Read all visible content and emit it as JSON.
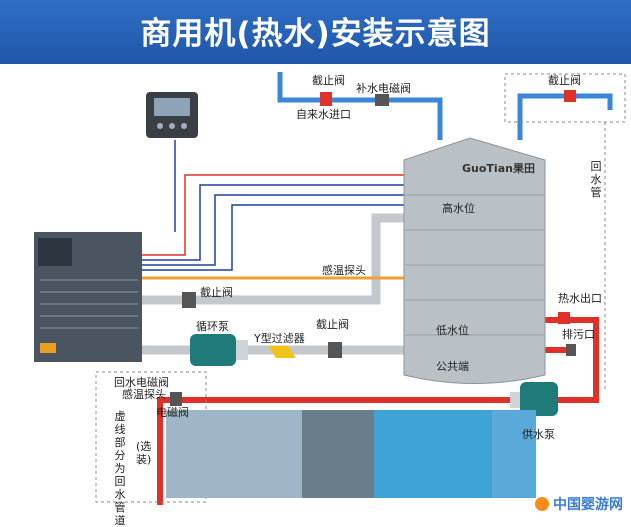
{
  "title": "商用机(热水)安装示意图",
  "labels": {
    "valve_top_left": "截止阀",
    "solenoid_makeup": "补水电磁阀",
    "tap_water_inlet": "自来水进口",
    "valve_top_right": "截止阀",
    "return_pipe": "回水管",
    "high_level": "高水位",
    "temp_probe": "感温探头",
    "valve_middle": "截止阀",
    "circulation_pump": "循环泵",
    "y_filter": "Y型过滤器",
    "valve_lower": "截止阀",
    "low_level": "低水位",
    "common_end": "公共端",
    "hot_water_outlet": "热水出口",
    "drain_outlet": "排污口",
    "return_solenoid": "回水电磁阀",
    "probe_small": "感温探头",
    "solenoid_valve": "电磁阀",
    "supply_pump": "供水泵",
    "dashed_note": "虚线部分为回水管道",
    "optional": "(选装)"
  },
  "tank_brand": "GuoTian果田",
  "watermark": "中国婴游网",
  "colors": {
    "pipe_blue": "#3a86d8",
    "pipe_red": "#e0302a",
    "pipe_gray": "#bfc4c8",
    "probe_orange": "#f0a030",
    "title_bg": "#2f6fc6"
  },
  "icons": [
    "controller-panel",
    "heat-pump-unit",
    "water-tank",
    "pump-icon",
    "valve-icon",
    "filter-icon"
  ]
}
